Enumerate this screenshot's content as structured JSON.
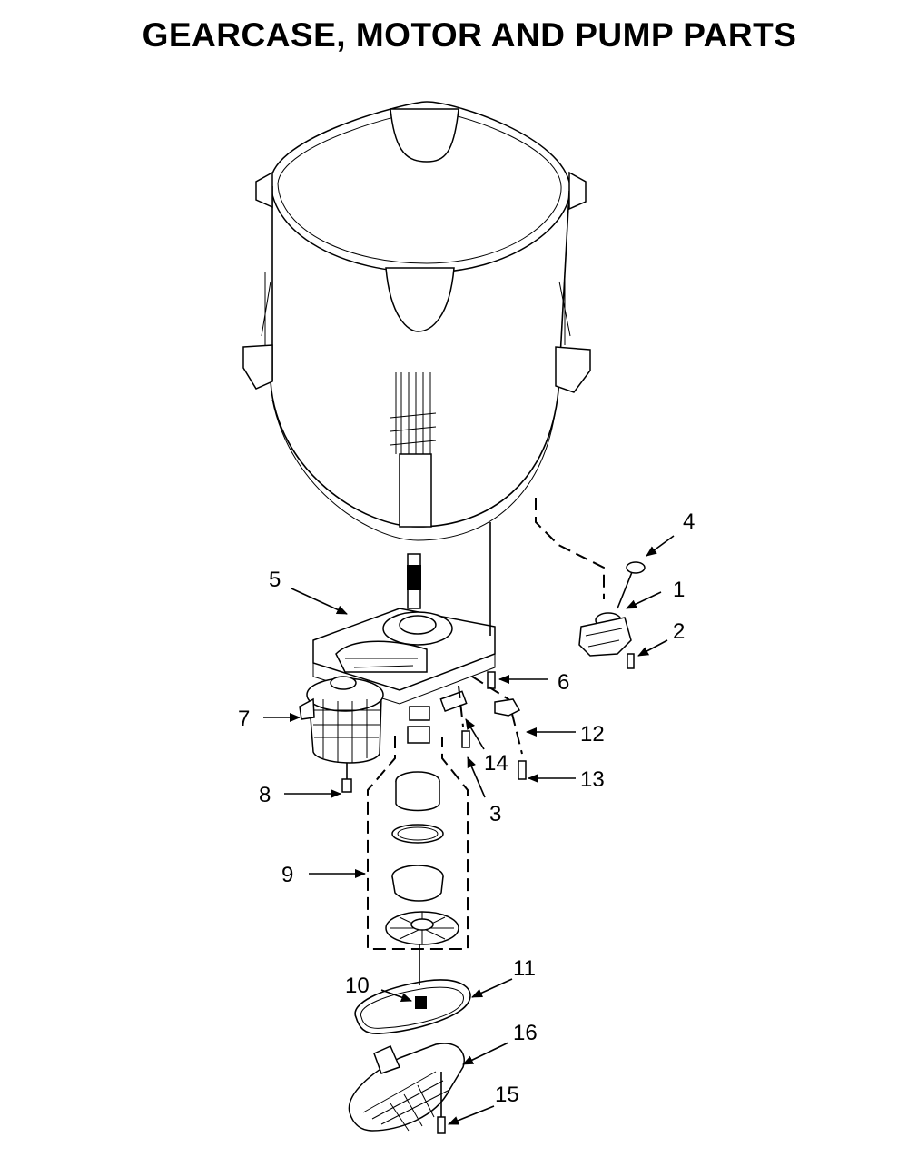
{
  "title": "GEARCASE, MOTOR AND PUMP PARTS",
  "parts": [
    {
      "number": "1"
    },
    {
      "number": "2"
    },
    {
      "number": "3"
    },
    {
      "number": "4"
    },
    {
      "number": "5"
    },
    {
      "number": "6"
    },
    {
      "number": "7"
    },
    {
      "number": "8"
    },
    {
      "number": "9"
    },
    {
      "number": "10"
    },
    {
      "number": "11"
    },
    {
      "number": "12"
    },
    {
      "number": "13"
    },
    {
      "number": "14"
    },
    {
      "number": "15"
    },
    {
      "number": "16"
    }
  ]
}
